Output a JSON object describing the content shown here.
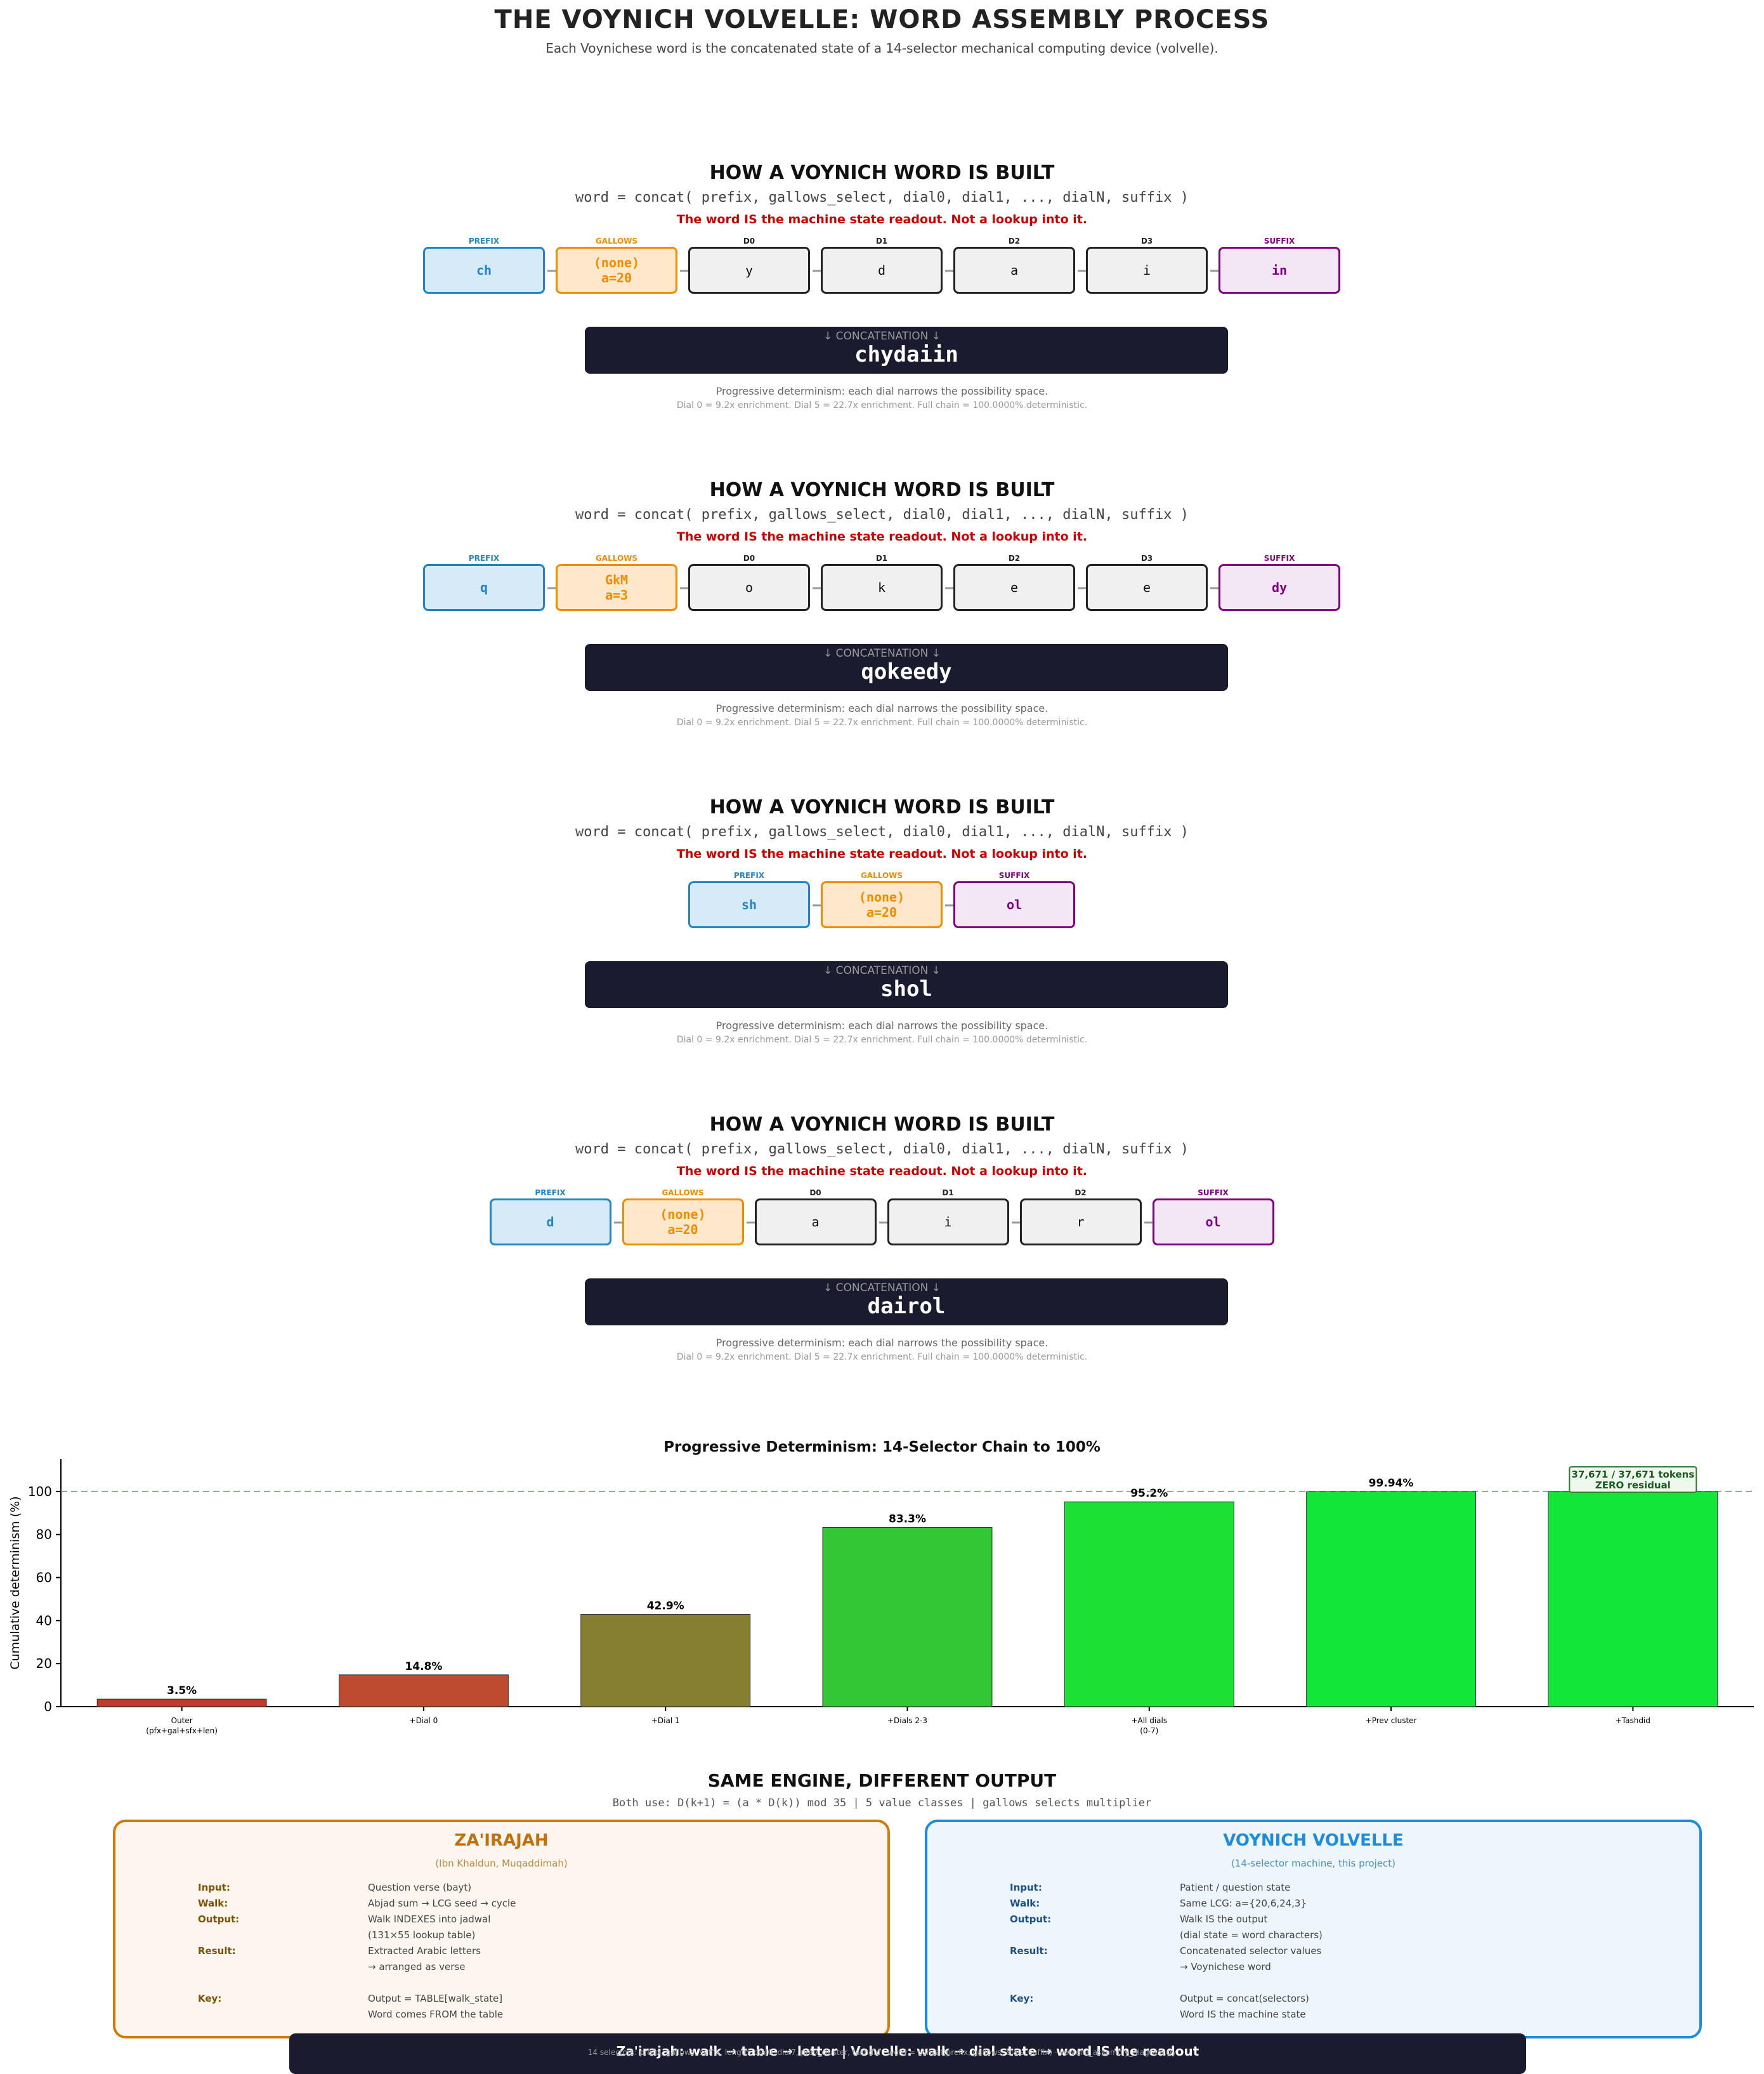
{
  "title": "THE VOYNICH VOLVELLE: WORD ASSEMBLY PROCESS",
  "subtitle": "Each Voynichese word is the concatenated state of a 14-selector mechanical computing device (volvelle).",
  "panel_common": {
    "title": "HOW A VOYNICH WORD IS BUILT",
    "formula": "word = concat( prefix, gallows_select, dial0, dial1, ..., dialN, suffix )",
    "claim": "The word IS the machine state readout. Not a lookup into it.",
    "concat_label": "↓  CONCATENATION  ↓",
    "note1": "Progressive determinism: each dial narrows the possibility space.",
    "note2": "Dial 0 = 9.2x enrichment.  Dial 5 = 22.7x enrichment.  Full chain = 100.0000% deterministic."
  },
  "panels": [
    {
      "word": "chydaiin",
      "boxes": [
        {
          "label": "PREFIX",
          "value": "ch",
          "kind": "prefix"
        },
        {
          "label": "GALLOWS",
          "value": "(none)\na=20",
          "kind": "gallows"
        },
        {
          "label": "D0",
          "value": "y",
          "kind": "dial"
        },
        {
          "label": "D1",
          "value": "d",
          "kind": "dial"
        },
        {
          "label": "D2",
          "value": "a",
          "kind": "dial"
        },
        {
          "label": "D3",
          "value": "i",
          "kind": "dial"
        },
        {
          "label": "SUFFIX",
          "value": "in",
          "kind": "suffix"
        }
      ]
    },
    {
      "word": "qokeedy",
      "boxes": [
        {
          "label": "PREFIX",
          "value": "q",
          "kind": "prefix"
        },
        {
          "label": "GALLOWS",
          "value": "GkM\na=3",
          "kind": "gallows"
        },
        {
          "label": "D0",
          "value": "o",
          "kind": "dial"
        },
        {
          "label": "D1",
          "value": "k",
          "kind": "dial"
        },
        {
          "label": "D2",
          "value": "e",
          "kind": "dial"
        },
        {
          "label": "D3",
          "value": "e",
          "kind": "dial"
        },
        {
          "label": "SUFFIX",
          "value": "dy",
          "kind": "suffix"
        }
      ]
    },
    {
      "word": "shol",
      "boxes": [
        {
          "label": "PREFIX",
          "value": "sh",
          "kind": "prefix"
        },
        {
          "label": "GALLOWS",
          "value": "(none)\na=20",
          "kind": "gallows"
        },
        {
          "label": "SUFFIX",
          "value": "ol",
          "kind": "suffix"
        }
      ]
    },
    {
      "word": "dairol",
      "boxes": [
        {
          "label": "PREFIX",
          "value": "d",
          "kind": "prefix"
        },
        {
          "label": "GALLOWS",
          "value": "(none)\na=20",
          "kind": "gallows"
        },
        {
          "label": "D0",
          "value": "a",
          "kind": "dial"
        },
        {
          "label": "D1",
          "value": "i",
          "kind": "dial"
        },
        {
          "label": "D2",
          "value": "r",
          "kind": "dial"
        },
        {
          "label": "SUFFIX",
          "value": "ol",
          "kind": "suffix"
        }
      ]
    }
  ],
  "chart_data": {
    "type": "bar",
    "title": "Progressive Determinism: 14-Selector Chain to 100%",
    "ylabel": "Cumulative determinism (%)",
    "xlabel": "",
    "ylim": [
      0,
      115
    ],
    "yticks": [
      0,
      20,
      40,
      60,
      80,
      100
    ],
    "reference_line": 100,
    "categories": [
      "Outer\n(pfx+gal+sfx+len)",
      "+Dial 0",
      "+Dial 1",
      "+Dials 2-3",
      "+All dials\n(0-7)",
      "+Prev cluster",
      "+Tashdid"
    ],
    "values": [
      3.5,
      14.8,
      42.9,
      83.3,
      95.2,
      99.94,
      100
    ],
    "value_labels": [
      "3.5%",
      "14.8%",
      "42.9%",
      "83.3%",
      "95.2%",
      "99.94%",
      ""
    ],
    "colors": [
      "#c43a2a",
      "#be4a30",
      "#877f30",
      "#33c735",
      "#1ce033",
      "#12e638",
      "#12e638"
    ],
    "annotation": "37,671 / 37,671 tokens\nZERO residual"
  },
  "comparison": {
    "title": "SAME ENGINE, DIFFERENT OUTPUT",
    "subtitle": "Both use: D(k+1) = (a * D(k)) mod 35  |  5 value classes  |  gallows selects multiplier",
    "left": {
      "name": "ZA'IRAJAH",
      "source": "(Ibn Khaldun, Muqaddimah)",
      "rows": [
        {
          "k": "Input:",
          "v": "Question verse (bayt)"
        },
        {
          "k": "Walk:",
          "v": "Abjad sum → LCG seed → cycle"
        },
        {
          "k": "Output:",
          "v": "Walk INDEXES into jadwal"
        },
        {
          "k": "",
          "v": "(131×55 lookup table)"
        },
        {
          "k": "Result:",
          "v": "Extracted Arabic letters"
        },
        {
          "k": "",
          "v": "→ arranged as verse"
        },
        {
          "k": "",
          "v": ""
        },
        {
          "k": "Key:",
          "v": "Output = TABLE[walk_state]"
        },
        {
          "k": "",
          "v": "Word comes FROM the table"
        }
      ]
    },
    "right": {
      "name": "VOYNICH VOLVELLE",
      "source": "(14-selector machine, this project)",
      "rows": [
        {
          "k": "Input:",
          "v": "Patient / question state"
        },
        {
          "k": "Walk:",
          "v": "Same LCG: a={20,6,24,3}"
        },
        {
          "k": "Output:",
          "v": "Walk IS the output"
        },
        {
          "k": "",
          "v": "(dial state = word characters)"
        },
        {
          "k": "Result:",
          "v": "Concatenated selector values"
        },
        {
          "k": "",
          "v": "→ Voynichese word"
        },
        {
          "k": "",
          "v": ""
        },
        {
          "k": "Key:",
          "v": "Output = concat(selectors)"
        },
        {
          "k": "",
          "v": "Word IS the machine state"
        }
      ]
    },
    "bottom_bar": "Za'irajah: walk → table → letter   |   Volvelle: walk → dial state → word IS the readout",
    "footer": "14 selectors: prefix, gallows, suffix, length, dial0..dial7, prev_cluster, tashdid · word = concat(prefix, gallows, dials, suffix) · volvelle_assembly_diagram.py"
  }
}
